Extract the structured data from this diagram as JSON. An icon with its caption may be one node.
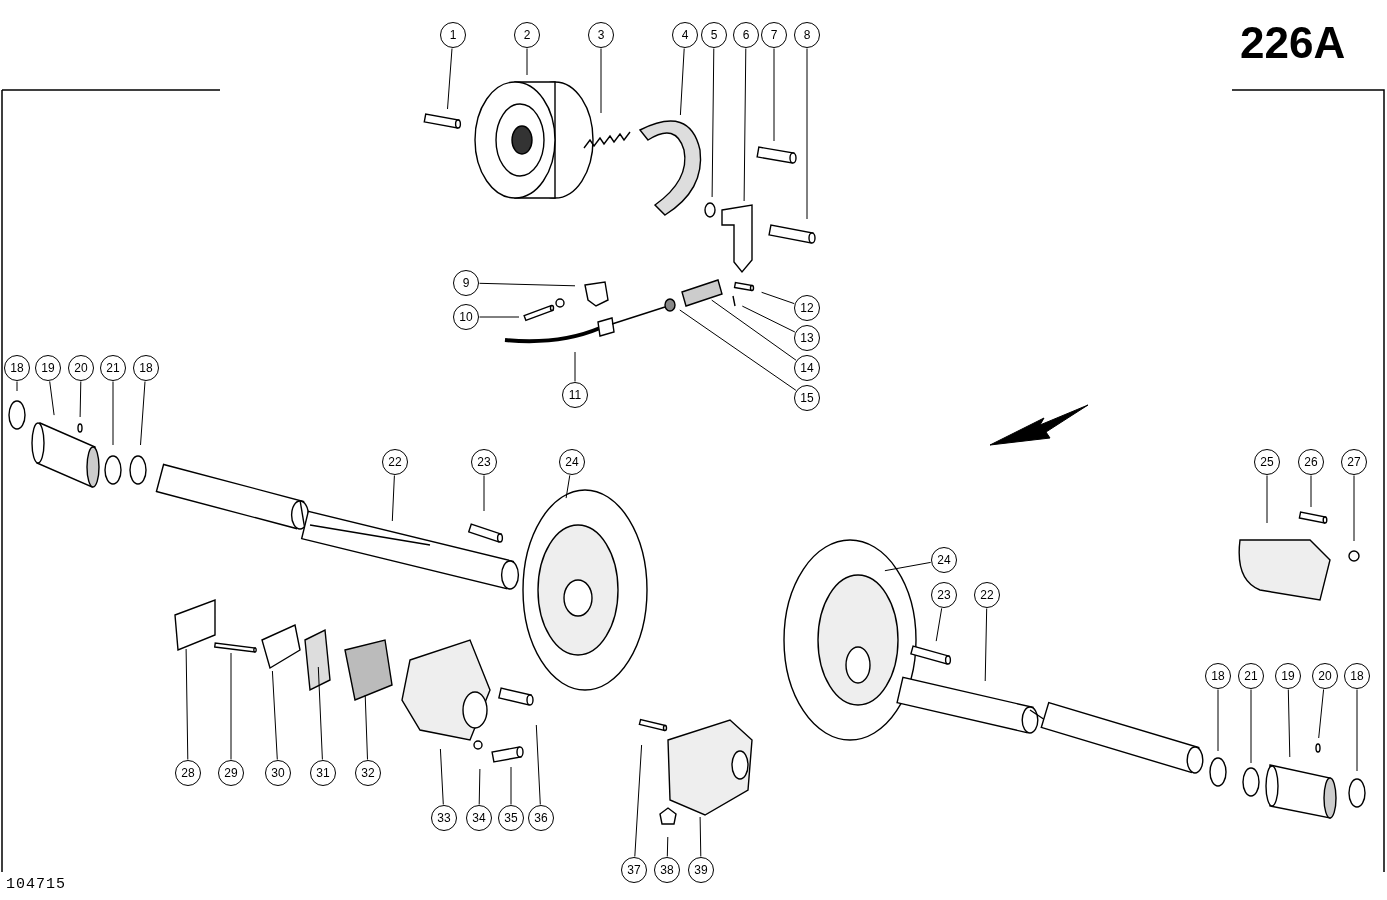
{
  "diagram": {
    "nodes": [
      {
        "text": [
          "1"
        ]
      },
      {
        "text": [
          "2"
        ]
      },
      {
        "text": [
          "3"
        ]
      },
      {
        "text": [
          "4"
        ]
      },
      {
        "text": [
          "5"
        ]
      },
      {
        "text": [
          "6"
        ]
      },
      {
        "text": [
          "7"
        ]
      },
      {
        "text": [
          "8"
        ]
      },
      {
        "text": [
          "9"
        ]
      },
      {
        "text": [
          "10"
        ]
      },
      {
        "text": [
          "11"
        ]
      },
      {
        "text": [
          "12"
        ]
      },
      {
        "text": [
          "13"
        ]
      },
      {
        "text": [
          "14"
        ]
      },
      {
        "text": [
          "15"
        ]
      },
      {
        "text": [
          "18"
        ]
      },
      {
        "text": [
          "19"
        ]
      },
      {
        "text": [
          "20"
        ]
      },
      {
        "text": [
          "21"
        ]
      },
      {
        "text": [
          "18"
        ]
      },
      {
        "text": [
          "22"
        ]
      },
      {
        "text": [
          "23"
        ]
      },
      {
        "text": [
          "24"
        ]
      },
      {
        "text": [
          "25"
        ]
      },
      {
        "text": [
          "26"
        ]
      },
      {
        "text": [
          "27"
        ]
      },
      {
        "text": [
          "24"
        ]
      },
      {
        "text": [
          "23"
        ]
      },
      {
        "text": [
          "22"
        ]
      },
      {
        "text": [
          "18"
        ]
      },
      {
        "text": [
          "21"
        ]
      },
      {
        "text": [
          "19"
        ]
      },
      {
        "text": [
          "20"
        ]
      },
      {
        "text": [
          "18"
        ]
      },
      {
        "text": [
          "28"
        ]
      },
      {
        "text": [
          "29"
        ]
      },
      {
        "text": [
          "30"
        ]
      },
      {
        "text": [
          "31"
        ]
      },
      {
        "text": [
          "32"
        ]
      },
      {
        "text": [
          "36"
        ]
      },
      {
        "text": [
          "33"
        ]
      },
      {
        "text": [
          "34"
        ]
      },
      {
        "text": [
          "35"
        ]
      },
      {
        "text": [
          "37"
        ]
      },
      {
        "text": [
          "38"
        ]
      },
      {
        "text": [
          "39"
        ]
      }
    ],
    "edges": [
      {
        "from": 0,
        "to": null,
        "arrow": "none"
      },
      {
        "from": 1,
        "to": null,
        "arrow": "none"
      },
      {
        "from": 2,
        "to": null,
        "arrow": "none"
      },
      {
        "from": 3,
        "to": null,
        "arrow": "none"
      },
      {
        "from": 4,
        "to": null,
        "arrow": "none"
      },
      {
        "from": 5,
        "to": null,
        "arrow": "none"
      },
      {
        "from": 6,
        "to": null,
        "arrow": "none"
      },
      {
        "from": 7,
        "to": null,
        "arrow": "none"
      },
      {
        "from": 8,
        "to": null,
        "arrow": "none"
      },
      {
        "from": 9,
        "to": null,
        "arrow": "none"
      },
      {
        "from": 10,
        "to": null,
        "arrow": "none"
      },
      {
        "from": 11,
        "to": null,
        "arrow": "none"
      },
      {
        "from": 12,
        "to": null,
        "arrow": "none"
      },
      {
        "from": 13,
        "to": null,
        "arrow": "none"
      },
      {
        "from": 14,
        "to": null,
        "arrow": "none"
      },
      {
        "from": 15,
        "to": null,
        "arrow": "none"
      },
      {
        "from": 16,
        "to": null,
        "arrow": "none"
      },
      {
        "from": 17,
        "to": null,
        "arrow": "none"
      },
      {
        "from": 18,
        "to": null,
        "arrow": "none"
      },
      {
        "from": 19,
        "to": null,
        "arrow": "none"
      },
      {
        "from": 20,
        "to": null,
        "arrow": "none"
      },
      {
        "from": 21,
        "to": null,
        "arrow": "none"
      },
      {
        "from": 22,
        "to": null,
        "arrow": "none"
      },
      {
        "from": 23,
        "to": null,
        "arrow": "none"
      },
      {
        "from": 24,
        "to": null,
        "arrow": "none"
      },
      {
        "from": 25,
        "to": null,
        "arrow": "none"
      },
      {
        "from": 26,
        "to": null,
        "arrow": "none"
      },
      {
        "from": 27,
        "to": null,
        "arrow": "none"
      },
      {
        "from": 28,
        "to": null,
        "arrow": "none"
      },
      {
        "from": 29,
        "to": null,
        "arrow": "none"
      },
      {
        "from": 30,
        "to": null,
        "arrow": "none"
      },
      {
        "from": 31,
        "to": null,
        "arrow": "none"
      },
      {
        "from": 32,
        "to": null,
        "arrow": "none"
      },
      {
        "from": 33,
        "to": null,
        "arrow": "none"
      },
      {
        "from": 34,
        "to": null,
        "arrow": "none"
      },
      {
        "from": 35,
        "to": null,
        "arrow": "none"
      },
      {
        "from": 36,
        "to": null,
        "arrow": "none"
      },
      {
        "from": 37,
        "to": null,
        "arrow": "none"
      },
      {
        "from": 38,
        "to": null,
        "arrow": "none"
      },
      {
        "from": 39,
        "to": null,
        "arrow": "none"
      },
      {
        "from": 40,
        "to": null,
        "arrow": "none"
      },
      {
        "from": 41,
        "to": null,
        "arrow": "none"
      },
      {
        "from": 42,
        "to": null,
        "arrow": "none"
      },
      {
        "from": 43,
        "to": null,
        "arrow": "none"
      },
      {
        "from": 44,
        "to": null,
        "arrow": "none"
      },
      {
        "from": 45,
        "to": null,
        "arrow": "none"
      }
    ],
    "labels": [
      "226A",
      "104715"
    ]
  }
}
